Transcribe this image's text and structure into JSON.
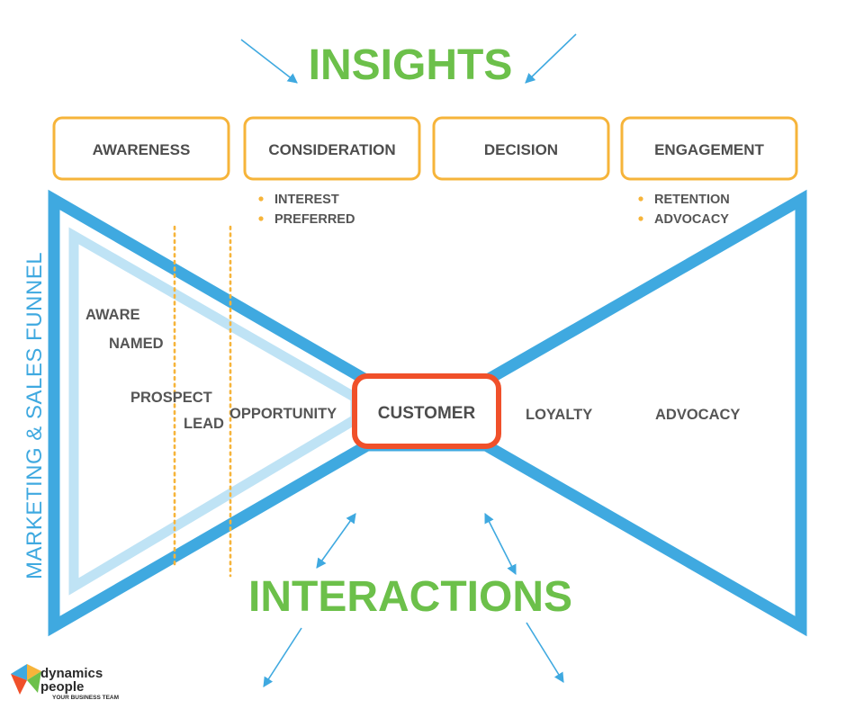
{
  "headings": {
    "insights": "INSIGHTS",
    "interactions": "INTERACTIONS"
  },
  "side_title": "MARKETING & SALES FUNNEL",
  "stages": [
    {
      "label": "AWARENESS"
    },
    {
      "label": "CONSIDERATION",
      "bullets": [
        "INTEREST",
        "PREFERRED"
      ]
    },
    {
      "label": "DECISION"
    },
    {
      "label": "ENGAGEMENT",
      "bullets": [
        "RETENTION",
        "ADVOCACY"
      ]
    }
  ],
  "funnel_labels": {
    "aware": "AWARE",
    "named": "NAMED",
    "prospect": "PROSPECT",
    "lead": "LEAD",
    "opportunity": "OPPORTUNITY",
    "customer": "CUSTOMER",
    "loyalty": "LOYALTY",
    "advocacy": "ADVOCACY"
  },
  "logo": {
    "line1": "dynamics",
    "line2": "people",
    "tagline": "YOUR BUSINESS TEAM"
  },
  "colors": {
    "heading_green": "#6cc04a",
    "stage_orange": "#f6b43a",
    "funnel_blue": "#3fa9e0",
    "funnel_light_blue": "#bfe3f5",
    "customer_red": "#f0502a",
    "text_gray": "#555555"
  }
}
